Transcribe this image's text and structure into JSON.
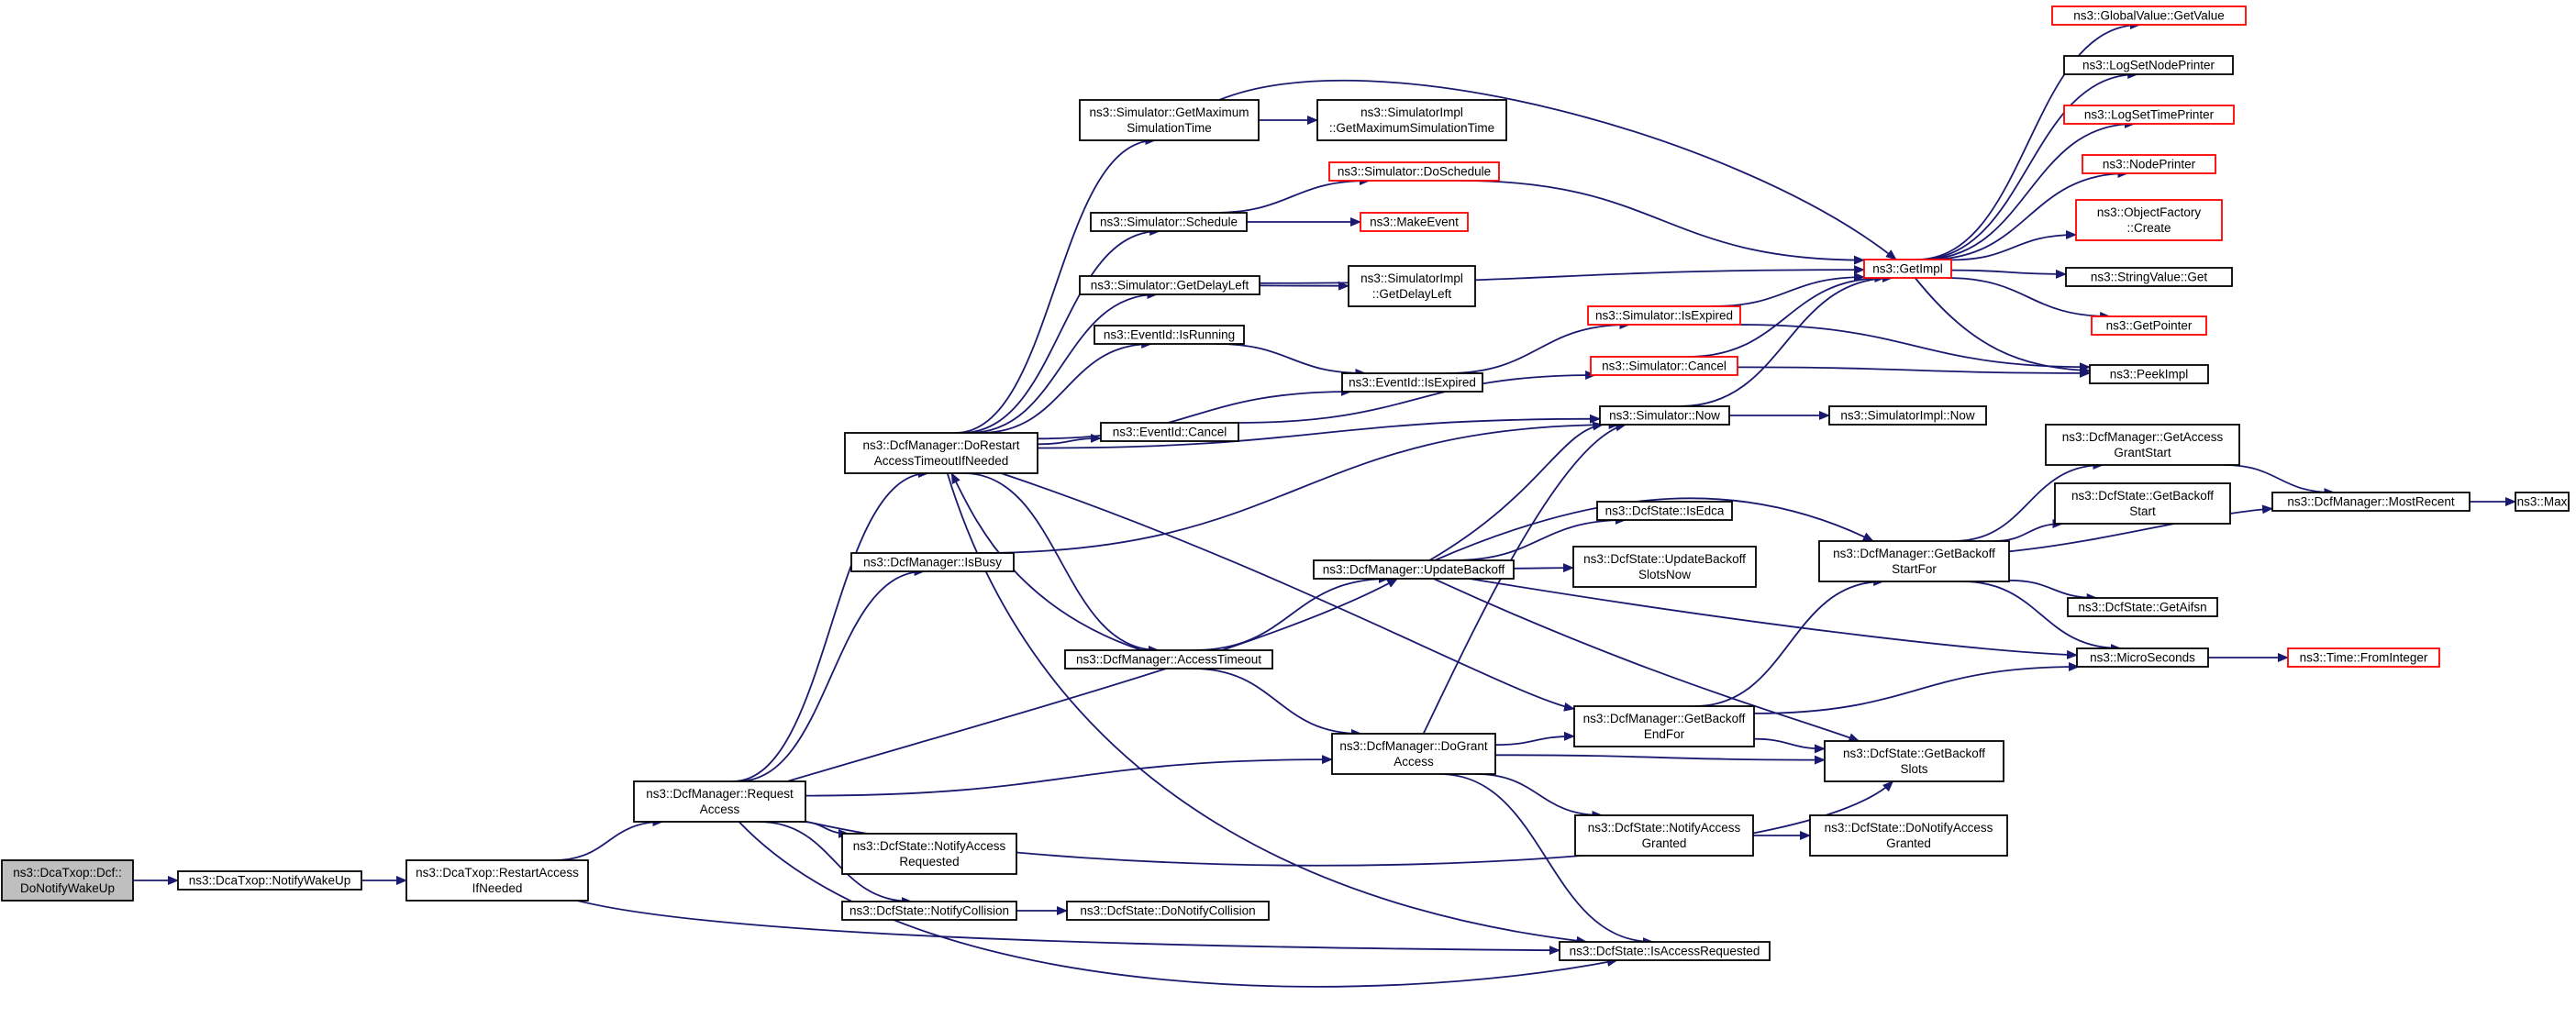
{
  "colors": {
    "edge": "#191970",
    "box": "#000000",
    "box_external": "#ff0000",
    "root_fill": "#bfbfbf"
  },
  "nodes": [
    {
      "id": "root",
      "lines": [
        "ns3::DcaTxop::Dcf::",
        "DoNotifyWakeUp"
      ],
      "style": "root"
    },
    {
      "id": "notifyWakeUp",
      "lines": [
        "ns3::DcaTxop::NotifyWakeUp"
      ]
    },
    {
      "id": "restartAccess",
      "lines": [
        "ns3::DcaTxop::RestartAccess",
        "IfNeeded"
      ]
    },
    {
      "id": "requestAccess",
      "lines": [
        "ns3::DcfManager::Request",
        "Access"
      ]
    },
    {
      "id": "isBusy",
      "lines": [
        "ns3::DcfManager::IsBusy"
      ]
    },
    {
      "id": "doRestart",
      "lines": [
        "ns3::DcfManager::DoRestart",
        "AccessTimeoutIfNeeded"
      ]
    },
    {
      "id": "notifyAccessRequested",
      "lines": [
        "ns3::DcfState::NotifyAccess",
        "Requested"
      ]
    },
    {
      "id": "notifyCollision",
      "lines": [
        "ns3::DcfState::NotifyCollision"
      ]
    },
    {
      "id": "doNotifyCollision",
      "lines": [
        "ns3::DcfState::DoNotifyCollision"
      ]
    },
    {
      "id": "getMaxSimTime",
      "lines": [
        "ns3::Simulator::GetMaximum",
        "SimulationTime"
      ]
    },
    {
      "id": "simImplGetMax",
      "lines": [
        "ns3::SimulatorImpl",
        "::GetMaximumSimulationTime"
      ]
    },
    {
      "id": "schedule",
      "lines": [
        "ns3::Simulator::Schedule"
      ]
    },
    {
      "id": "doSchedule",
      "lines": [
        "ns3::Simulator::DoSchedule"
      ],
      "style": "red"
    },
    {
      "id": "makeEvent",
      "lines": [
        "ns3::MakeEvent"
      ],
      "style": "red"
    },
    {
      "id": "getDelayLeft",
      "lines": [
        "ns3::Simulator::GetDelayLeft"
      ]
    },
    {
      "id": "simImplGetDelay",
      "lines": [
        "ns3::SimulatorImpl",
        "::GetDelayLeft"
      ]
    },
    {
      "id": "eventIsRunning",
      "lines": [
        "ns3::EventId::IsRunning"
      ]
    },
    {
      "id": "eventIsExpired",
      "lines": [
        "ns3::EventId::IsExpired"
      ]
    },
    {
      "id": "eventCancel",
      "lines": [
        "ns3::EventId::Cancel"
      ]
    },
    {
      "id": "accessTimeout",
      "lines": [
        "ns3::DcfManager::AccessTimeout"
      ]
    },
    {
      "id": "updateBackoff",
      "lines": [
        "ns3::DcfManager::UpdateBackoff"
      ]
    },
    {
      "id": "doGrantAccess",
      "lines": [
        "ns3::DcfManager::DoGrant",
        "Access"
      ]
    },
    {
      "id": "simIsExpired",
      "lines": [
        "ns3::Simulator::IsExpired"
      ],
      "style": "red"
    },
    {
      "id": "simCancel",
      "lines": [
        "ns3::Simulator::Cancel"
      ],
      "style": "red"
    },
    {
      "id": "simNow",
      "lines": [
        "ns3::Simulator::Now"
      ]
    },
    {
      "id": "isEdca",
      "lines": [
        "ns3::DcfState::IsEdca"
      ]
    },
    {
      "id": "updateBackoffSlotsNow",
      "lines": [
        "ns3::DcfState::UpdateBackoff",
        "SlotsNow"
      ]
    },
    {
      "id": "getBackoffEndFor",
      "lines": [
        "ns3::DcfManager::GetBackoff",
        "EndFor"
      ]
    },
    {
      "id": "notifyAccessGranted",
      "lines": [
        "ns3::DcfState::NotifyAccess",
        "Granted"
      ]
    },
    {
      "id": "isAccessRequested",
      "lines": [
        "ns3::DcfState::IsAccessRequested"
      ]
    },
    {
      "id": "getImpl",
      "lines": [
        "ns3::GetImpl"
      ],
      "style": "red"
    },
    {
      "id": "simImplNow",
      "lines": [
        "ns3::SimulatorImpl::Now"
      ]
    },
    {
      "id": "getBackoffStartFor",
      "lines": [
        "ns3::DcfManager::GetBackoff",
        "StartFor"
      ]
    },
    {
      "id": "getBackoffSlots",
      "lines": [
        "ns3::DcfState::GetBackoff",
        "Slots"
      ]
    },
    {
      "id": "doNotifyAccessGranted",
      "lines": [
        "ns3::DcfState::DoNotifyAccess",
        "Granted"
      ]
    },
    {
      "id": "globalValueGetValue",
      "lines": [
        "ns3::GlobalValue::GetValue"
      ],
      "style": "red"
    },
    {
      "id": "logSetNodePrinter",
      "lines": [
        "ns3::LogSetNodePrinter"
      ]
    },
    {
      "id": "logSetTimePrinter",
      "lines": [
        "ns3::LogSetTimePrinter"
      ],
      "style": "red"
    },
    {
      "id": "nodePrinter",
      "lines": [
        "ns3::NodePrinter"
      ],
      "style": "red"
    },
    {
      "id": "objectFactoryCreate",
      "lines": [
        "ns3::ObjectFactory",
        "::Create"
      ],
      "style": "red"
    },
    {
      "id": "stringValueGet",
      "lines": [
        "ns3::StringValue::Get"
      ]
    },
    {
      "id": "getPointer",
      "lines": [
        "ns3::GetPointer"
      ],
      "style": "red"
    },
    {
      "id": "peekImpl",
      "lines": [
        "ns3::PeekImpl"
      ]
    },
    {
      "id": "getAccessGrantStart",
      "lines": [
        "ns3::DcfManager::GetAccess",
        "GrantStart"
      ]
    },
    {
      "id": "getBackoffStart",
      "lines": [
        "ns3::DcfState::GetBackoff",
        "Start"
      ]
    },
    {
      "id": "getAifsn",
      "lines": [
        "ns3::DcfState::GetAifsn"
      ]
    },
    {
      "id": "microSeconds",
      "lines": [
        "ns3::MicroSeconds"
      ]
    },
    {
      "id": "mostRecent",
      "lines": [
        "ns3::DcfManager::MostRecent"
      ]
    },
    {
      "id": "max",
      "lines": [
        "ns3::Max"
      ]
    },
    {
      "id": "timeFromInteger",
      "lines": [
        "ns3::Time::FromInteger"
      ],
      "style": "red"
    }
  ],
  "edges": [
    [
      "root",
      "notifyWakeUp"
    ],
    [
      "notifyWakeUp",
      "restartAccess"
    ],
    [
      "restartAccess",
      "requestAccess"
    ],
    [
      "restartAccess",
      "isAccessRequested"
    ],
    [
      "requestAccess",
      "isBusy"
    ],
    [
      "requestAccess",
      "doRestart"
    ],
    [
      "requestAccess",
      "notifyAccessRequested"
    ],
    [
      "requestAccess",
      "notifyCollision"
    ],
    [
      "requestAccess",
      "updateBackoff"
    ],
    [
      "requestAccess",
      "doGrantAccess"
    ],
    [
      "requestAccess",
      "getBackoffSlots"
    ],
    [
      "requestAccess",
      "isAccessRequested"
    ],
    [
      "isBusy",
      "simNow"
    ],
    [
      "notifyCollision",
      "doNotifyCollision"
    ],
    [
      "doRestart",
      "getMaxSimTime"
    ],
    [
      "doRestart",
      "schedule"
    ],
    [
      "doRestart",
      "getDelayLeft"
    ],
    [
      "doRestart",
      "eventIsRunning"
    ],
    [
      "doRestart",
      "eventIsExpired"
    ],
    [
      "doRestart",
      "eventCancel"
    ],
    [
      "doRestart",
      "simNow"
    ],
    [
      "doRestart",
      "accessTimeout"
    ],
    [
      "doRestart",
      "getBackoffEndFor"
    ],
    [
      "doRestart",
      "isAccessRequested"
    ],
    [
      "getMaxSimTime",
      "simImplGetMax"
    ],
    [
      "getMaxSimTime",
      "getImpl"
    ],
    [
      "schedule",
      "doSchedule"
    ],
    [
      "schedule",
      "makeEvent"
    ],
    [
      "doSchedule",
      "getImpl"
    ],
    [
      "getDelayLeft",
      "getImpl"
    ],
    [
      "getDelayLeft",
      "simImplGetDelay"
    ],
    [
      "eventIsRunning",
      "eventIsExpired"
    ],
    [
      "eventIsExpired",
      "simIsExpired"
    ],
    [
      "eventCancel",
      "simCancel"
    ],
    [
      "accessTimeout",
      "doRestart"
    ],
    [
      "accessTimeout",
      "updateBackoff"
    ],
    [
      "accessTimeout",
      "doGrantAccess"
    ],
    [
      "updateBackoff",
      "simNow"
    ],
    [
      "updateBackoff",
      "isEdca"
    ],
    [
      "updateBackoff",
      "updateBackoffSlotsNow"
    ],
    [
      "updateBackoff",
      "getBackoffStartFor"
    ],
    [
      "updateBackoff",
      "microSeconds"
    ],
    [
      "updateBackoff",
      "getBackoffSlots"
    ],
    [
      "doGrantAccess",
      "simNow"
    ],
    [
      "doGrantAccess",
      "getBackoffEndFor"
    ],
    [
      "doGrantAccess",
      "getBackoffSlots"
    ],
    [
      "doGrantAccess",
      "notifyAccessGranted"
    ],
    [
      "doGrantAccess",
      "isAccessRequested"
    ],
    [
      "simIsExpired",
      "getImpl"
    ],
    [
      "simIsExpired",
      "peekImpl"
    ],
    [
      "simCancel",
      "getImpl"
    ],
    [
      "simCancel",
      "peekImpl"
    ],
    [
      "simNow",
      "getImpl"
    ],
    [
      "simNow",
      "simImplNow"
    ],
    [
      "getBackoffEndFor",
      "getBackoffStartFor"
    ],
    [
      "getBackoffEndFor",
      "microSeconds"
    ],
    [
      "getBackoffEndFor",
      "getBackoffSlots"
    ],
    [
      "notifyAccessGranted",
      "doNotifyAccessGranted"
    ],
    [
      "getImpl",
      "globalValueGetValue"
    ],
    [
      "getImpl",
      "logSetNodePrinter"
    ],
    [
      "getImpl",
      "logSetTimePrinter"
    ],
    [
      "getImpl",
      "nodePrinter"
    ],
    [
      "getImpl",
      "objectFactoryCreate"
    ],
    [
      "getImpl",
      "stringValueGet"
    ],
    [
      "getImpl",
      "getPointer"
    ],
    [
      "getImpl",
      "peekImpl"
    ],
    [
      "getBackoffStartFor",
      "getAccessGrantStart"
    ],
    [
      "getBackoffStartFor",
      "getBackoffStart"
    ],
    [
      "getBackoffStartFor",
      "mostRecent"
    ],
    [
      "getBackoffStartFor",
      "getAifsn"
    ],
    [
      "getBackoffStartFor",
      "microSeconds"
    ],
    [
      "getAccessGrantStart",
      "mostRecent"
    ],
    [
      "mostRecent",
      "max"
    ],
    [
      "microSeconds",
      "timeFromInteger"
    ]
  ]
}
